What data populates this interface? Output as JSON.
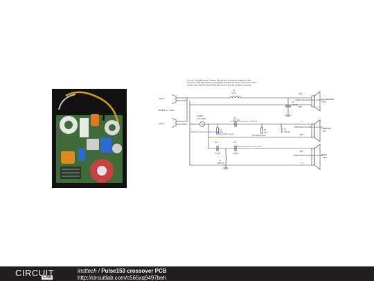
{
  "footer": {
    "logo_top": "CIRCUIT",
    "logo_lab": "LAB",
    "author": "insttech",
    "separator": "/",
    "project_title": "Pulse153 crossover PCB",
    "url": "http://circuitlab.com/c565xq9497beh"
  },
  "schematic": {
    "note": "L1 is the \"physically largest\" inductor. All caps are nonpolarized. LAMP1 is a 12V automotive 1158 bulb used for \"primitive/light\" protection for the HF components. This is an older style Yorkville Pulse153 Mackie crossover (actually Speakers crossover).",
    "input1": "Input1",
    "paralleled": "Paralled 1/4\" Jacks",
    "input2": "Input2",
    "l1_label": "L1",
    "l1_value": "11 m",
    "c1_label": "C1",
    "c1_value": "6.8 µF",
    "red_woofer": "RED",
    "woofer_bulk": "Sub/Blk twisted pair Statures at both ends",
    "blk_woofer": "BLK",
    "speaker_woofer": "15\" SPEAKER",
    "speaker_woofer_ohm": "8 Ω",
    "lamp_label": "LAMP1",
    "lamp_value": "12V 1158",
    "lamp_note": "1158 12V automotive light HF protection",
    "crossover_1": "Crossover Frequency ~1.6 KHz",
    "c2_label": "C2",
    "c2_value": "1.8 µF",
    "r1_label": "R1",
    "r1_value": "6.8 WC 10 Watt Ceramic",
    "r2_label": "R2",
    "r2_value": "10 Ω",
    "ceramic_note": "WC 5Watt Ceramic",
    "l2_label": "L2",
    "l2_value": "560 µH",
    "yel_label": "YEL",
    "tweeter_pair": "Yel/Blk twisted pair Statures at both ends",
    "blk_tweeter": "BLK",
    "speaker_tweeter": "TWEETER",
    "speaker_tweeter_ohm": "8 Ω",
    "c3_label": "C3",
    "c3_value": "3.3 µF",
    "c4_label": "C4",
    "c4_value": "6.8 µF",
    "crossover_2": "Crossover Frequency ~5.2 KHz",
    "l3_label": "L3",
    "l3_value": "300 mH",
    "blk_horn": "BLK",
    "horn_pair": "Blk/Wht twisted pair Statures at both ends",
    "wht_label": "WHT",
    "speaker_horn": "HORN",
    "speaker_horn_ohm": "16 Ω"
  },
  "colors": {
    "footer_bg": "#231f20",
    "wire": "#333333",
    "red": "#d0021b",
    "green": "#2e8b2e",
    "blue": "#2a3fc9",
    "yellow": "#e8b400"
  }
}
